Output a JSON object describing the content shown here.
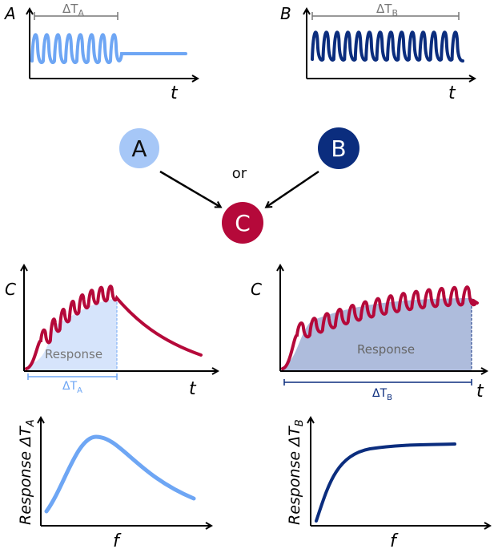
{
  "colors": {
    "light_blue": "#6ea6f4",
    "dark_blue": "#0b2d7e",
    "crimson": "#b5093a",
    "axis": "#000000",
    "label_gray": "#777777",
    "response_fill_light": "#d6e4fb",
    "response_fill_dark": "#aebcdc",
    "node_a_fill": "#a6c7f7",
    "node_b_fill": "#0b2d7e",
    "node_c_fill": "#b5093a"
  },
  "panel_a": {
    "panel_letter": "A",
    "duration_label": "ΔT",
    "duration_sub": "A",
    "x_axis": "t",
    "pulses": 8
  },
  "panel_b": {
    "panel_letter": "B",
    "duration_label": "ΔT",
    "duration_sub": "B",
    "x_axis": "t",
    "pulses": 14
  },
  "flow": {
    "node_a": "A",
    "node_b": "B",
    "node_c": "C",
    "connector": "or"
  },
  "panel_ca": {
    "panel_letter": "C",
    "region_label": "Response",
    "duration_label": "ΔT",
    "duration_sub": "A",
    "x_axis": "t"
  },
  "panel_cb": {
    "panel_letter": "C",
    "region_label": "Response",
    "duration_label": "ΔT",
    "duration_sub": "B",
    "x_axis": "t"
  },
  "plot_a": {
    "y_axis": "Response ΔT",
    "y_axis_sub": "A",
    "x_axis": "f",
    "curve_shape": "peaked"
  },
  "plot_b": {
    "y_axis": "Response ΔT",
    "y_axis_sub": "B",
    "x_axis": "f",
    "curve_shape": "saturating"
  }
}
